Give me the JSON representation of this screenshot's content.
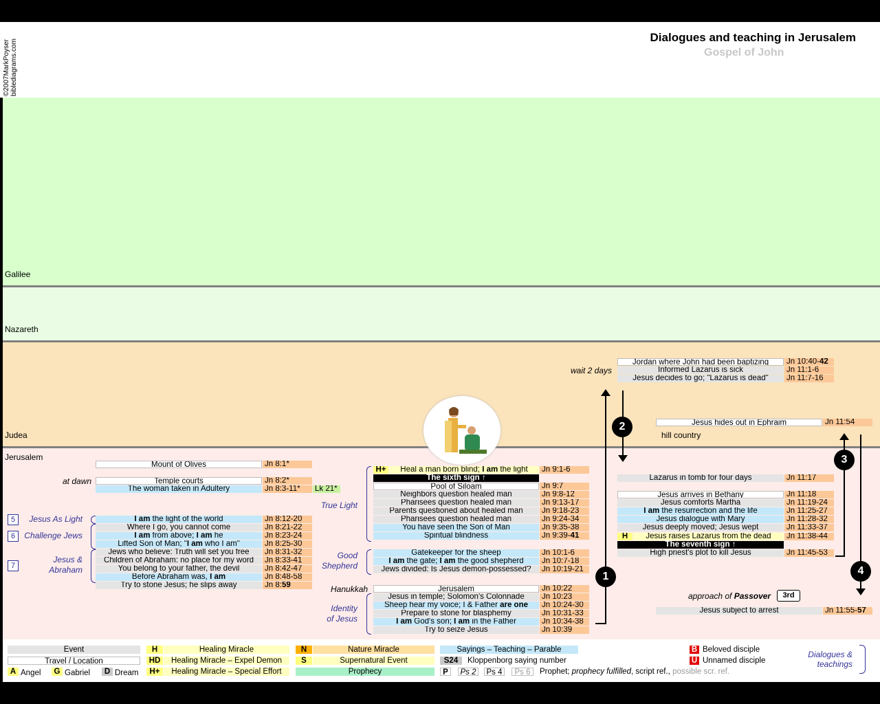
{
  "copyright": "©2007MarkPoyser",
  "site": "biblediagrams.com",
  "title": "Dialogues and teaching in Jerusalem",
  "subtitle": "Gospel of John",
  "colors": {
    "galilee": "#d8ffcc",
    "nazareth": "#eafde4",
    "judea": "#fbe3bb",
    "jerusalem": "#fdece9",
    "ref": "#fcc898",
    "saying": "#c4e8f9",
    "event": "#e4e4e4"
  },
  "regions": {
    "galilee": "Galilee",
    "nazareth": "Nazareth",
    "judea": "Judea",
    "jerusalem": "Jerusalem"
  },
  "left": {
    "mount": {
      "text": "Mount of Olives",
      "ref": "Jn 8:1*"
    },
    "at_dawn": "at dawn",
    "temple": {
      "text": "Temple courts",
      "ref": "Jn 8:2*"
    },
    "adultery": {
      "text": "The woman taken in Adultery",
      "ref": "Jn 8:3-11*",
      "extra": "Lk 21*"
    },
    "groups": [
      {
        "num": "5",
        "label": "Jesus As Light"
      },
      {
        "num": "6",
        "label": "Challenge Jews"
      },
      {
        "num": "7",
        "label_a": "Jesus &",
        "label_b": "Abraham"
      }
    ],
    "rows": [
      {
        "a": "I am",
        "b": " the light of the world",
        "ref": "Jn 8:12-20"
      },
      {
        "a": "",
        "b": "Where I go, you cannot come",
        "ref": "Jn 8:21-22"
      },
      {
        "a": "I am",
        "b": " from above; ",
        "c": "I am",
        "d": " he",
        "ref": "Jn 8:23-24"
      },
      {
        "a": "",
        "b": "Lifted Son of Man; \"",
        "c": "I am",
        "d": " who I am\"",
        "ref": "Jn 8:25-30"
      },
      {
        "a": "",
        "b": "Jews who believe: Truth will set you free",
        "ref": "Jn 8:31-32"
      },
      {
        "a": "",
        "b": "Children of Abraham: no place for my word",
        "ref": "Jn 8:33-41"
      },
      {
        "a": "",
        "b": "You belong to your father, the devil",
        "ref": "Jn 8:42-47"
      },
      {
        "a": "",
        "b": "Before Abraham was, ",
        "c": "I am",
        "d": "",
        "ref": "Jn 8:48-58"
      },
      {
        "a": "",
        "b": "Try to stone Jesus; he slips away",
        "ref": "Jn 8:",
        "ref_b": "59"
      }
    ]
  },
  "middle": {
    "blind": {
      "tag": "H+",
      "text_a": "Heal a man born blind; ",
      "text_b": "I am",
      "text_c": " the light",
      "ref": "Jn 9:1-6"
    },
    "sixth_sign": "The sixth sign ↑",
    "true_light": "True Light",
    "blind_rows": [
      {
        "text": "Pool of Siloam",
        "ref": "Jn 9:7"
      },
      {
        "text": "Neighbors question healed man",
        "ref": "Jn 9:8-12"
      },
      {
        "text": "Pharisees question healed man",
        "ref": "Jn 9:13-17"
      },
      {
        "text": "Parents questioned about healed man",
        "ref": "Jn 9:18-23"
      },
      {
        "text": "Pharisees question healed man",
        "ref": "Jn 9:24-34"
      },
      {
        "text": "You have seen the Son of Man",
        "ref": "Jn 9:35-38"
      },
      {
        "text": "Spiritual blindness",
        "ref": "Jn 9:39-",
        "ref_b": "41"
      }
    ],
    "good_shepherd_a": "Good",
    "good_shepherd_b": "Shepherd",
    "shepherd_rows": [
      {
        "a": "",
        "b": "Gatekeeper for the sheep",
        "c": "",
        "d": "",
        "ref": "Jn 10:1-6"
      },
      {
        "a": "I am",
        "b": " the gate; ",
        "c": "I am",
        "d": " the good shepherd",
        "ref": "Jn 10:7-18"
      },
      {
        "a": "",
        "b": "Jews divided: Is Jesus demon-possessed?",
        "c": "",
        "d": "",
        "ref": "Jn 10:19-21"
      }
    ],
    "hanukkah": "Hanukkah",
    "identity_a": "Identity",
    "identity_b": "of Jesus",
    "hanukkah_rows": [
      {
        "a": "",
        "b": "Jerusalem",
        "c": "",
        "d": "",
        "ref": "Jn 10:22"
      },
      {
        "a": "",
        "b": "Jesus in temple; Solomon's Colonnade",
        "c": "",
        "d": "",
        "ref": "Jn 10:23"
      },
      {
        "a": "",
        "b": "Sheep hear my voice; I & Father ",
        "c": "are one",
        "d": "",
        "ref": "Jn 10:24-30"
      },
      {
        "a": "",
        "b": "Prepare to stone for blasphemy",
        "c": "",
        "d": "",
        "ref": "Jn 10:31-33"
      },
      {
        "a": "I am",
        "b": " God's son; ",
        "c": "I am",
        "d": " in the Father",
        "ref": "Jn 10:34-38"
      },
      {
        "a": "",
        "b": "Try to seize Jesus",
        "c": "",
        "d": "",
        "ref": "Jn 10:39"
      }
    ]
  },
  "right": {
    "wait": "wait 2 days",
    "judea_rows": [
      {
        "text": "Jordan where John had been baptizing",
        "ref": "Jn 10:40-",
        "ref_b": "42"
      },
      {
        "text": "Informed Lazarus is sick",
        "ref": "Jn 11:1-6"
      },
      {
        "text": "Jesus decides to go; \"Lazarus is dead\"",
        "ref": "Jn 11:7-16"
      }
    ],
    "ephraim": {
      "text": "Jesus hides out in Ephraim",
      "ref": "Jn 11:54"
    },
    "hill_country": "hill country",
    "tomb": {
      "text": "Lazarus in tomb for four days",
      "ref": "Jn 11:17"
    },
    "bethany_rows": [
      {
        "a": "",
        "b": "Jesus arrives in Bethany",
        "ref": "Jn 11:18"
      },
      {
        "a": "",
        "b": "Jesus comforts Martha",
        "ref": "Jn 11:19-24"
      },
      {
        "a": "I am",
        "b": " the resurrection and the life",
        "ref": "Jn 11:25-27"
      },
      {
        "a": "",
        "b": "Jesus dialogue with Mary",
        "ref": "Jn 11:28-32"
      },
      {
        "a": "",
        "b": "Jesus deeply moved; Jesus wept",
        "ref": "Jn 11:33-37"
      }
    ],
    "raise": {
      "tag": "H",
      "text": "Jesus raises Lazarus from the dead",
      "ref": "Jn 11:38-44"
    },
    "seventh_sign": "The seventh sign ↑",
    "plot": {
      "text": "High priest's plot to kill Jesus",
      "ref": "Jn 11:45-53"
    },
    "approach_a": "approach of ",
    "approach_b": "Passover",
    "third": "3rd",
    "arrest": {
      "text": "Jesus subject to arrest",
      "ref": "Jn 11:55-",
      "ref_b": "57"
    },
    "badges": [
      "1",
      "2",
      "3",
      "4"
    ]
  },
  "legend": {
    "event": "Event",
    "travel": "Travel / Location",
    "angel_tag": "A",
    "angel": "Angel",
    "gabriel_tag": "G",
    "gabriel": "Gabriel",
    "dream_tag": "D",
    "dream": "Dream",
    "h_tag": "H",
    "healing": "Healing Miracle",
    "hd_tag": "HD",
    "expel": "Healing Miracle – Expel Demon",
    "hp_tag": "H+",
    "special": "Healing Miracle – Special Effort",
    "n_tag": "N",
    "nature": "Nature Miracle",
    "s_tag": "S",
    "supernatural": "Supernatural Event",
    "prophecy": "Prophecy",
    "sayings": "Sayings – Teaching – Parable",
    "s24_tag": "S24",
    "kloppenborg": "Kloppenborg saying number",
    "p_tag": "P",
    "ps2": "Ps 2",
    "ps4": "Ps 4",
    "ps6": "Ps 6",
    "prophet_a": "Prophet; ",
    "prophet_b": "prophecy fulfilled",
    "prophet_c": ", script ref., ",
    "prophet_d": "possible scr. ref.",
    "b_tag": "B",
    "beloved": "Beloved disciple",
    "u_tag": "U",
    "unnamed": "Unnamed disciple",
    "dialogues_a": "Dialogues &",
    "dialogues_b": "teachings"
  }
}
